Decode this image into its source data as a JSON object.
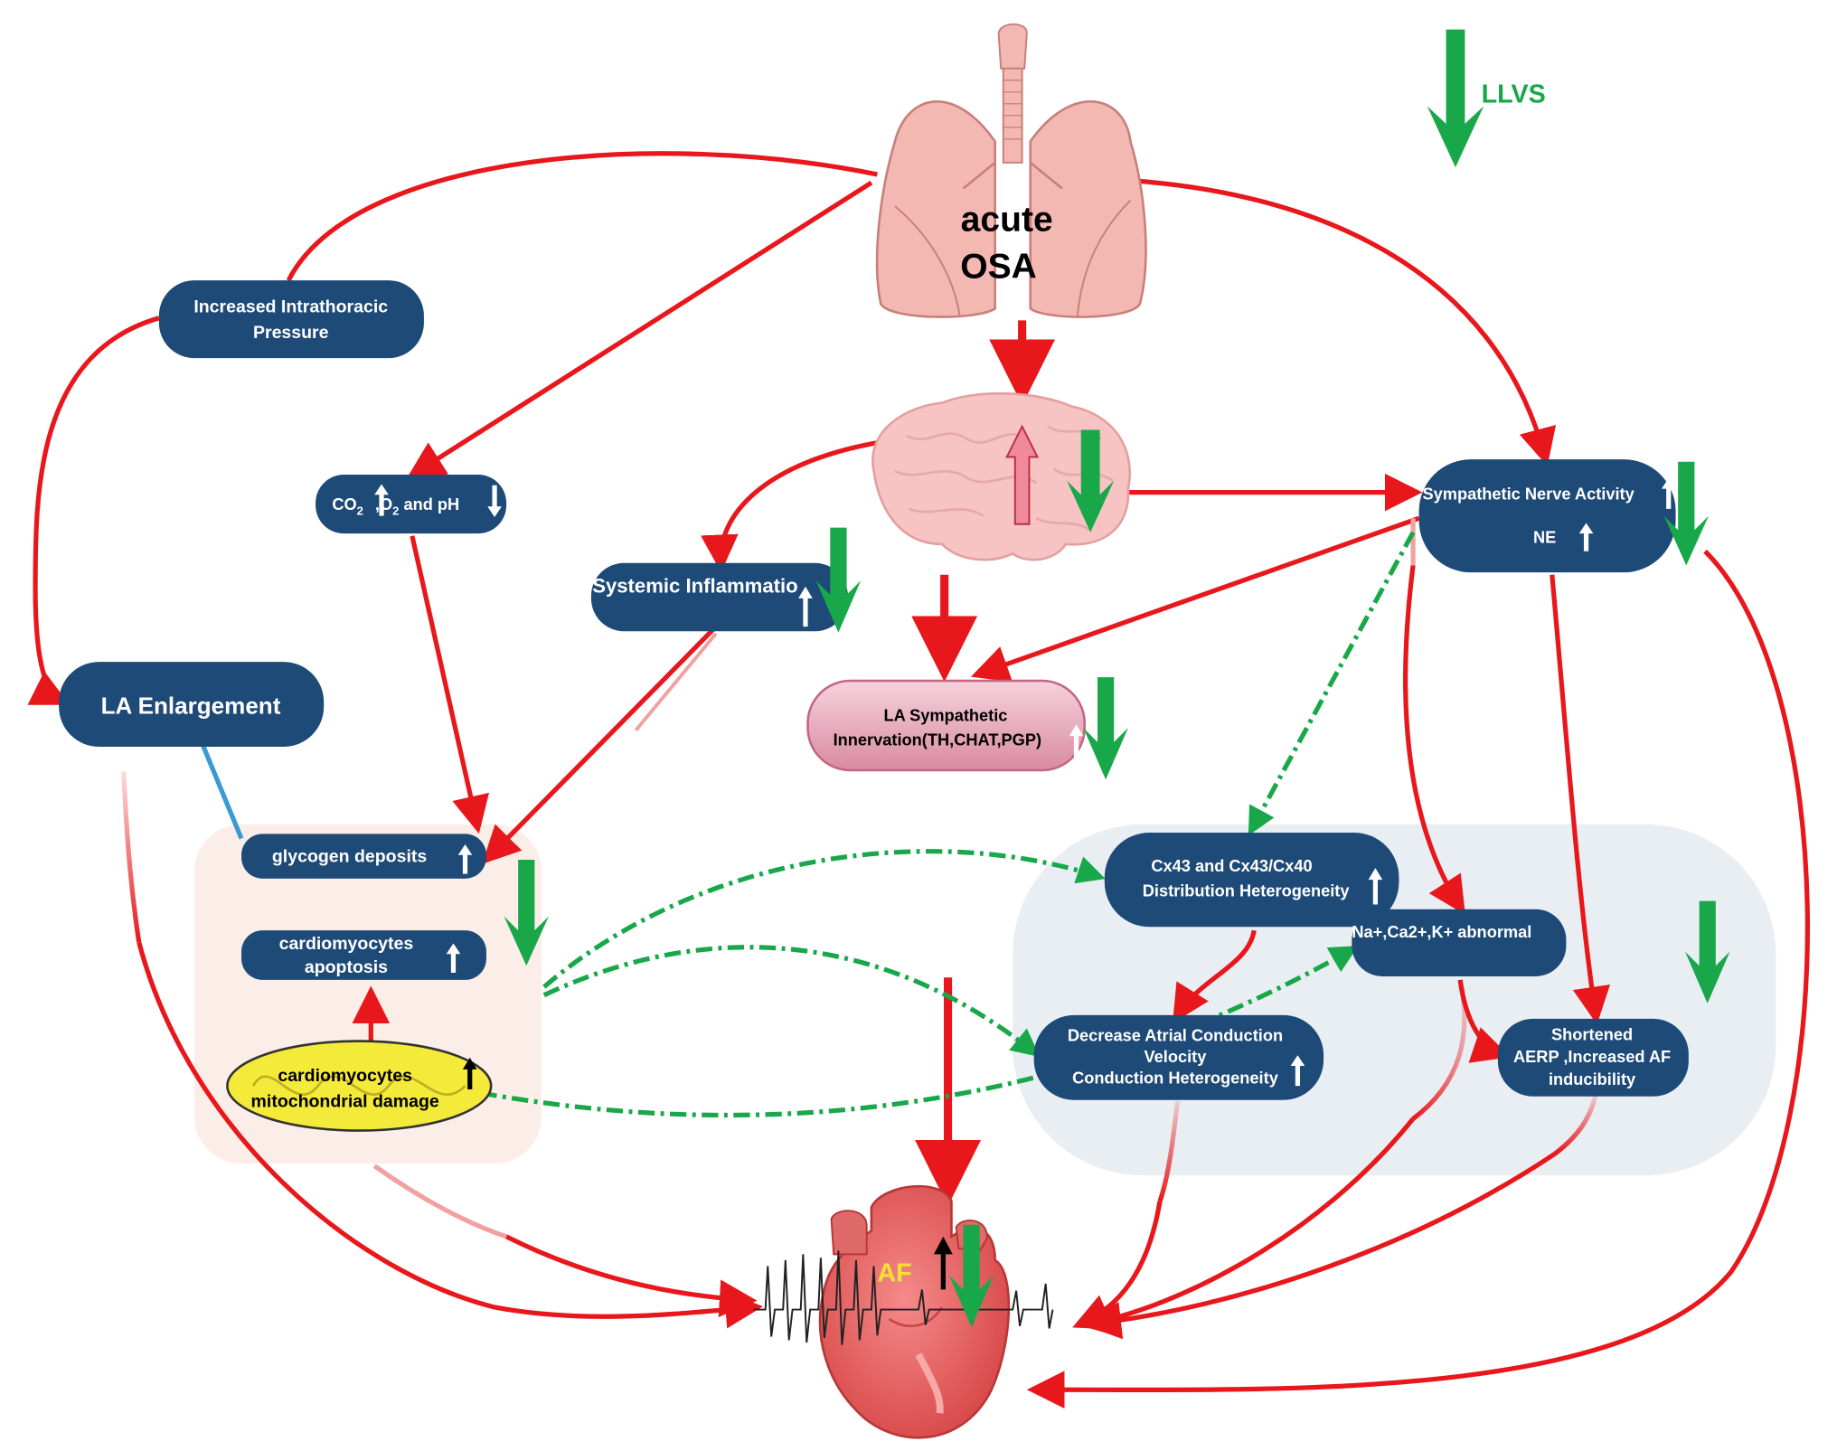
{
  "legend": {
    "label": "LLVS"
  },
  "nodes": {
    "osa": {
      "line1": "acute",
      "line2": "OSA"
    },
    "intrathoracic": {
      "line1": "Increased Intrathoracic",
      "line2": "Pressure"
    },
    "gases": {
      "co2": "CO",
      "co2_sub": "2",
      "o2": ",O",
      "o2_sub": "2",
      "rest": " and pH"
    },
    "inflammation": {
      "label": "Systemic Inflammatio"
    },
    "la_enlargement": {
      "label": "LA Enlargement"
    },
    "la_sympathetic": {
      "line1": "LA  Sympathetic",
      "line2": "Innervation(TH,CHAT,PGP)"
    },
    "sympathetic_nerve": {
      "line1": "Sympathetic Nerve Activity",
      "line2": "NE"
    },
    "glycogen": {
      "label": "glycogen deposits"
    },
    "apoptosis": {
      "line1": "cardiomyocytes",
      "line2": "apoptosis"
    },
    "mitochondrial": {
      "line1": "cardiomyocytes",
      "line2": "mitochondrial damage"
    },
    "cx43": {
      "line1": "Cx43 and Cx43/Cx40",
      "line2": "Distribution Heterogeneity"
    },
    "ions": {
      "label": "Na+,Ca2+,K+ abnormal"
    },
    "conduction": {
      "line1": "Decrease Atrial Conduction",
      "line2": "Velocity",
      "line3": "Conduction Heterogeneity"
    },
    "aerp": {
      "line1": "Shortened",
      "line2": "AERP ,Increased AF",
      "line3": "inducibility"
    },
    "af": {
      "label": "AF"
    }
  },
  "colors": {
    "node_blue": "#1e4a78",
    "arrow_red": "#e8171c",
    "effect_green": "#18a84a",
    "panel_left": "#fbeee8",
    "panel_right": "#e9eef3",
    "la_symp_pink": "#e9a9bd",
    "mito_yellow": "#f4ea3a"
  },
  "icons": [
    "lungs-icon",
    "brain-icon",
    "heart-icon",
    "ecg-trace-icon",
    "mitochondrion-icon",
    "up-arrow-icon",
    "down-arrow-icon"
  ]
}
